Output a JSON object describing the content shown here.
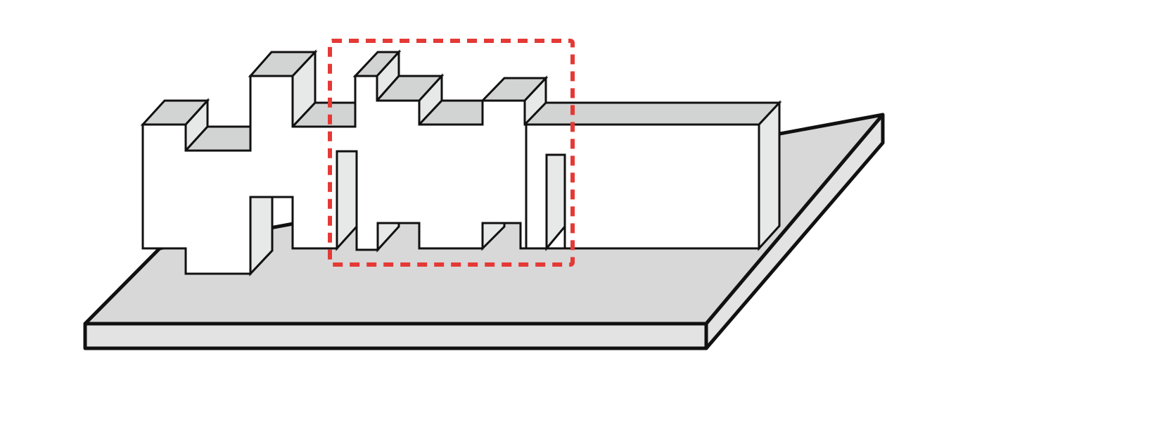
{
  "colors": {
    "background": "#ffffff",
    "outline": "#111111",
    "substrate_top": "#d8d8d8",
    "substrate_side": "#e3e3e3",
    "structure_face": "#ffffff",
    "structure_top": "#d2d3d3",
    "structure_side": "#e7e8e8",
    "highlight_box": "#e53935"
  },
  "diagram": {
    "components": [
      "substrate-slab",
      "mesa-structure",
      "highlight-region"
    ]
  }
}
